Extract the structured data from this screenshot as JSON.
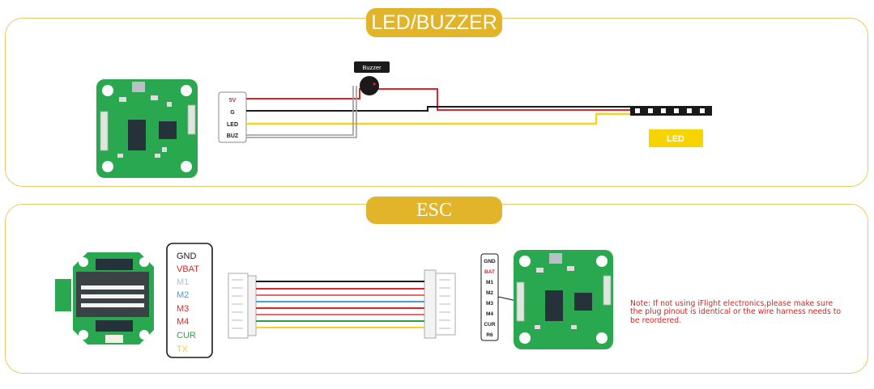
{
  "led_section": {
    "title": "LED/BUZZER",
    "connector_pins": [
      "5V",
      "G",
      "LED",
      "BUZ"
    ],
    "buzzer_label": "Buzzer",
    "led_label": "LED"
  },
  "esc_section": {
    "title": "ESC",
    "esc_pins": [
      "GND",
      "VBAT",
      "M1",
      "M2",
      "M3",
      "M4",
      "CUR",
      "TX"
    ],
    "fc_pins": [
      "GND",
      "BAT",
      "M1",
      "M2",
      "M3",
      "M4",
      "CUR",
      "R6"
    ],
    "note": "Note: If not using iFlight electronics,please make sure the plug pinout is identical or the wire harness needs to be reordered."
  },
  "colors": {
    "gold": "#e1b429",
    "panel_border": "#e7c766",
    "pcb_green": "#2aa84f",
    "red": "#e0242a",
    "black": "#1a1a1a",
    "yellow": "#f6d21f",
    "grey_wire": "#9a9a9a",
    "blue": "#4a9bd6",
    "green_wire": "#2f9e43",
    "led_yellow": "#f7d300",
    "note_red": "#d6231e"
  }
}
